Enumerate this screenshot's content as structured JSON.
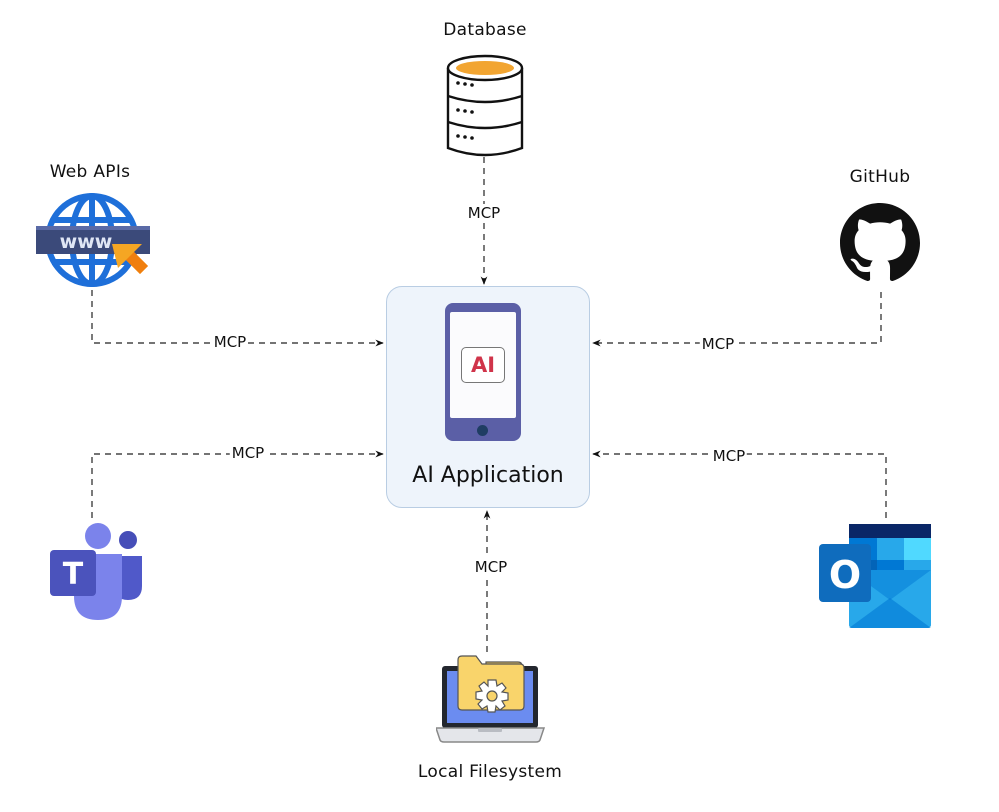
{
  "hub": {
    "title": "AI Application",
    "icon_text": "AI",
    "icon": "smartphone-icon"
  },
  "nodes": {
    "database": {
      "label": "Database",
      "icon": "database-icon"
    },
    "web_apis": {
      "label": "Web APIs",
      "icon": "globe-www-icon",
      "icon_text": "www"
    },
    "github": {
      "label": "GitHub",
      "icon": "github-icon"
    },
    "teams": {
      "label": "",
      "icon": "microsoft-teams-icon",
      "icon_text": "T"
    },
    "outlook": {
      "label": "",
      "icon": "microsoft-outlook-icon",
      "icon_text": "O"
    },
    "filesystem": {
      "label": "Local Filesystem",
      "icon": "laptop-folder-gear-icon"
    }
  },
  "edges": [
    {
      "from": "Database",
      "to": "AI Application",
      "label": "MCP"
    },
    {
      "from": "Web APIs",
      "to": "AI Application",
      "label": "MCP"
    },
    {
      "from": "GitHub",
      "to": "AI Application",
      "label": "MCP"
    },
    {
      "from": "Teams",
      "to": "AI Application",
      "label": "MCP"
    },
    {
      "from": "Outlook",
      "to": "AI Application",
      "label": "MCP"
    },
    {
      "from": "Local Filesystem",
      "to": "AI Application",
      "label": "MCP"
    }
  ],
  "colors": {
    "hub_background": "#eef4fb",
    "hub_border": "#b9cde3",
    "phone_body": "#5b5fa6",
    "ai_text": "#d0344a",
    "database_top": "#f2a531",
    "globe_blue": "#1e6fd9",
    "teams_purple": "#4b53bc",
    "outlook_blue": "#0f6cbd",
    "folder_yellow": "#f9d46b",
    "laptop_screen": "#6b8cf0"
  }
}
